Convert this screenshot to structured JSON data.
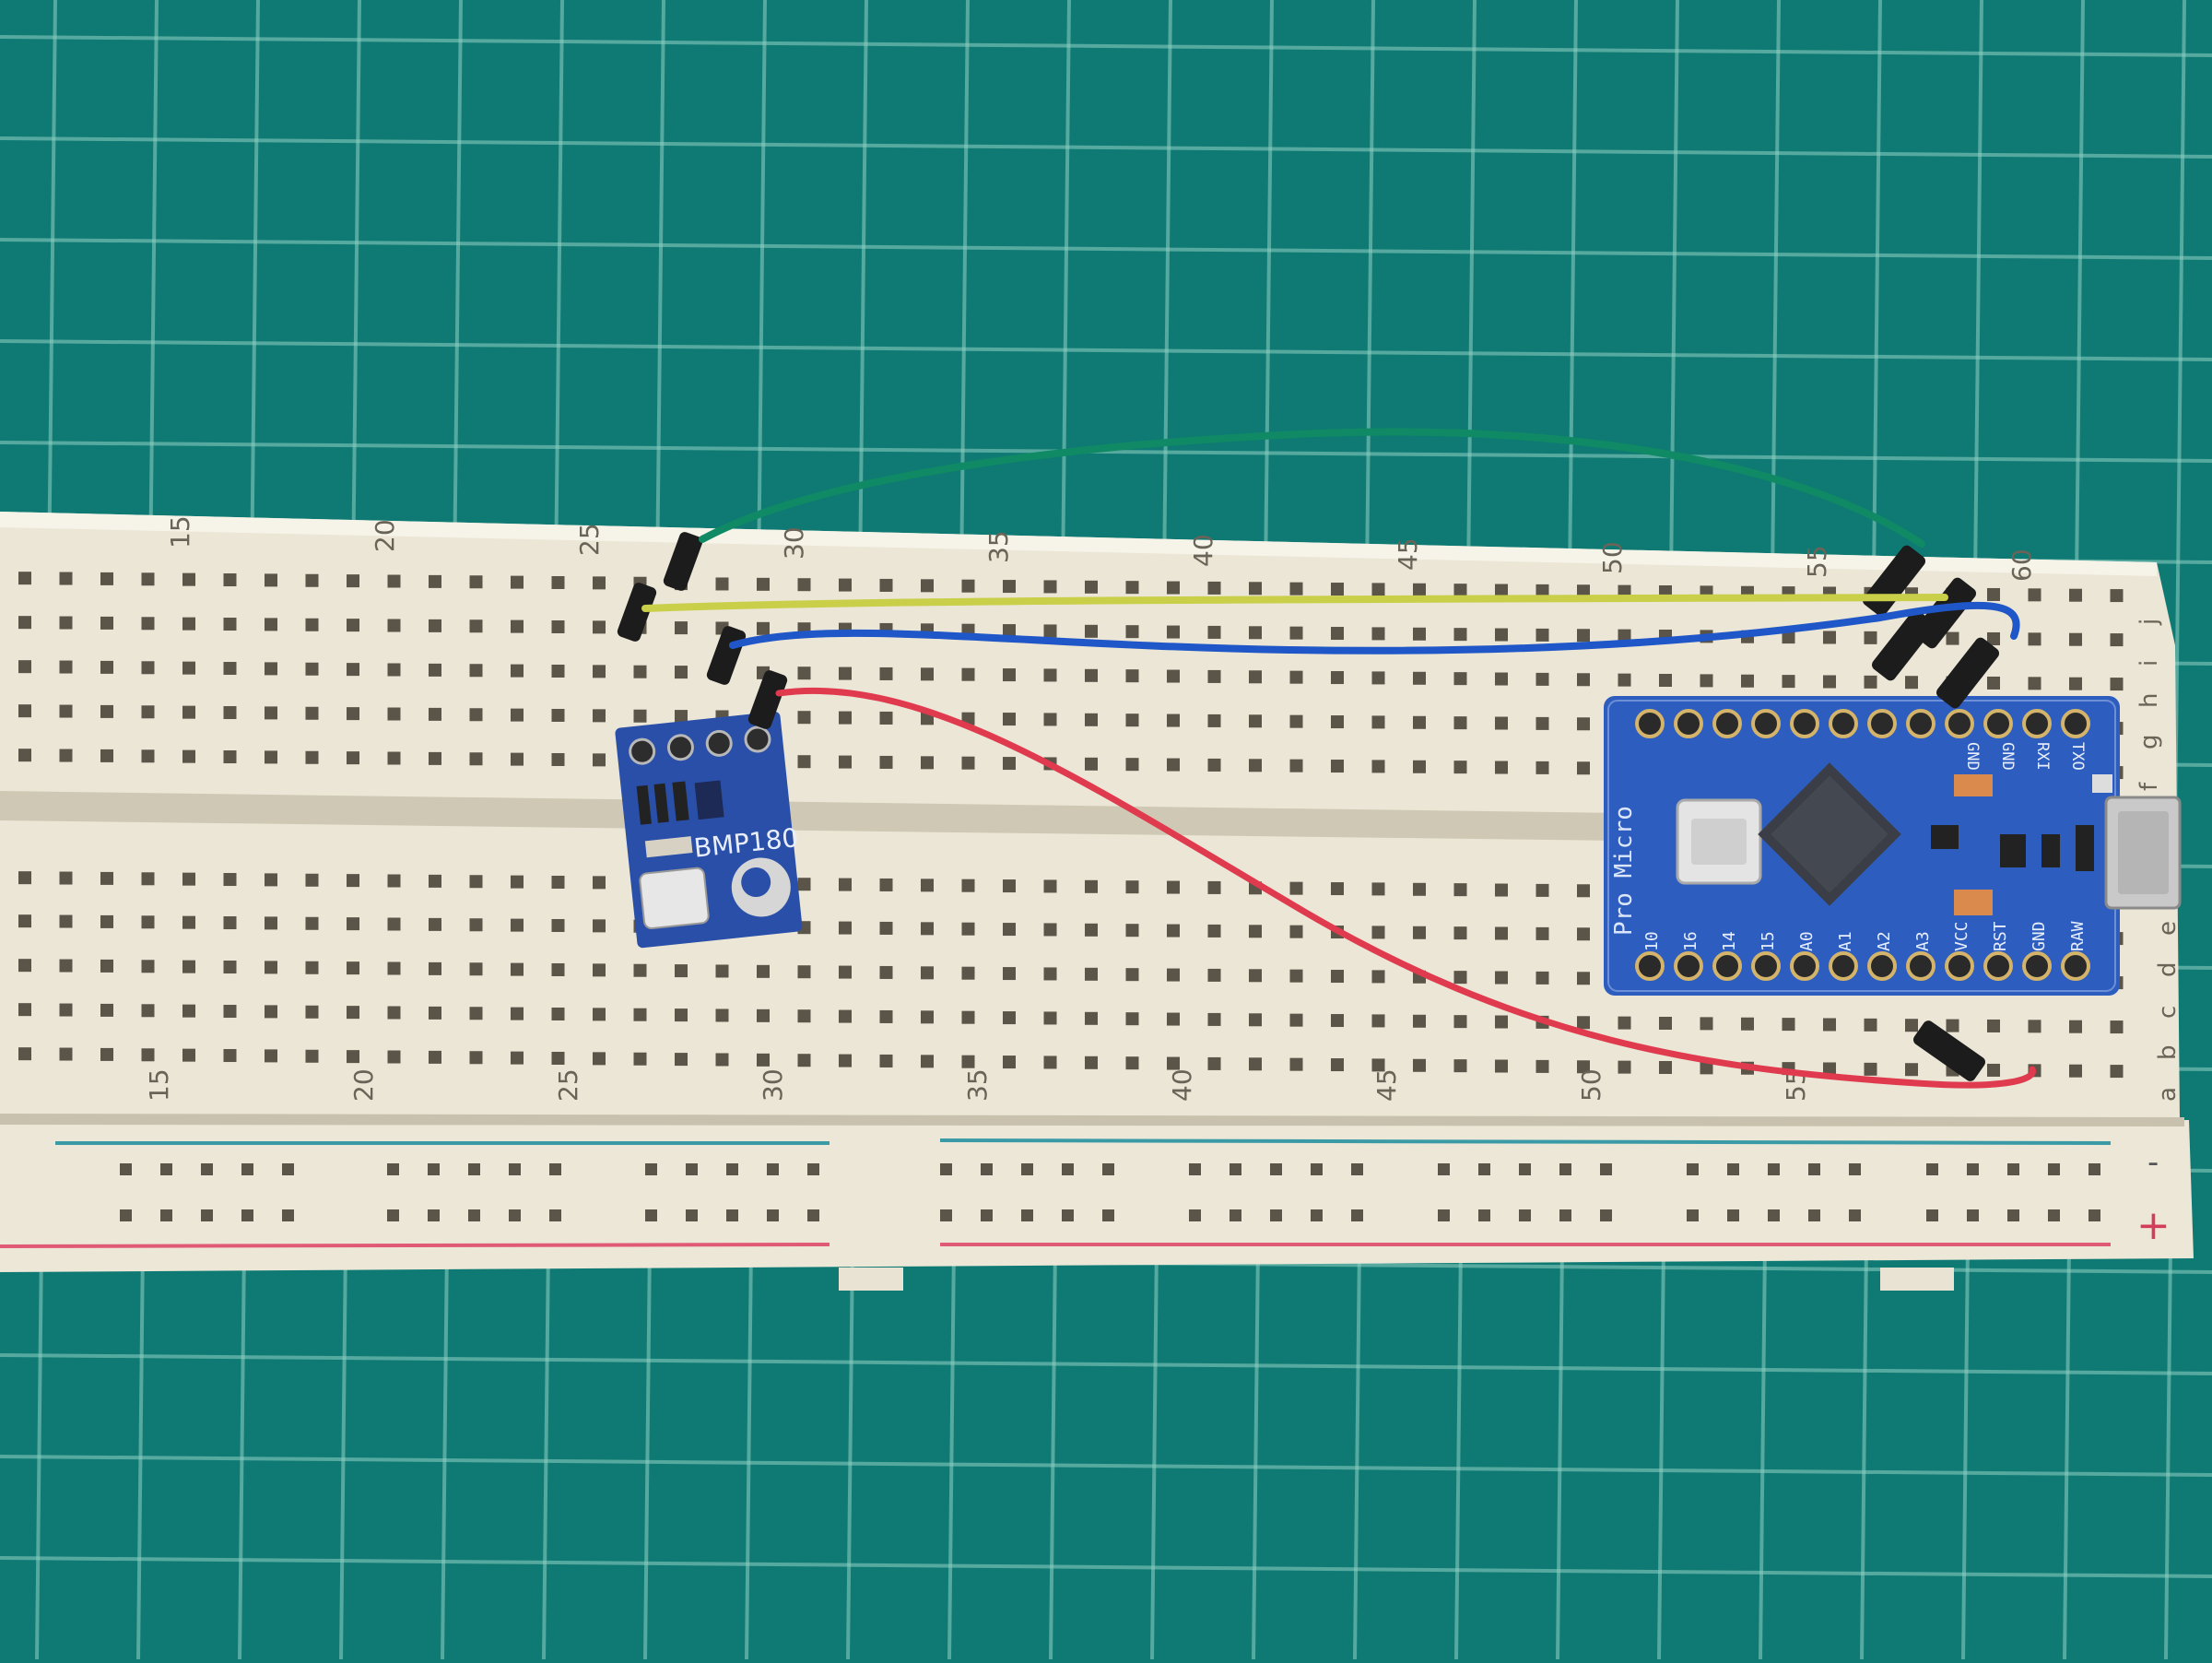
{
  "breadboard": {
    "top_numbers": [
      "15",
      "20",
      "25",
      "30",
      "35",
      "40",
      "45",
      "50",
      "55",
      "60"
    ],
    "bottom_numbers": [
      "15",
      "20",
      "25",
      "30",
      "35",
      "40",
      "45",
      "50",
      "55"
    ],
    "top_row_letters": [
      "j",
      "i",
      "h",
      "g",
      "f"
    ],
    "bottom_row_letters": [
      "e",
      "d",
      "c",
      "b",
      "a"
    ],
    "rail_minus": "-",
    "rail_plus": "+"
  },
  "sensor_module": {
    "label": "BMP180"
  },
  "pro_micro": {
    "title": "Pro Micro",
    "top_pin_labels": [
      "GND",
      "GND",
      "RXI",
      "TXO"
    ],
    "bottom_pin_labels": [
      "10",
      "16",
      "14",
      "15",
      "A0",
      "A1",
      "A2",
      "A3",
      "VCC",
      "RST",
      "GND",
      "RAW"
    ]
  },
  "wires": {
    "colors": {
      "green": "#0f8a64",
      "yellow": "#c9cf48",
      "blue": "#1f56c8",
      "red": "#e03a4e"
    }
  },
  "mat": {
    "background": "#0f7a74",
    "grid_line": "#9fd3c8"
  }
}
